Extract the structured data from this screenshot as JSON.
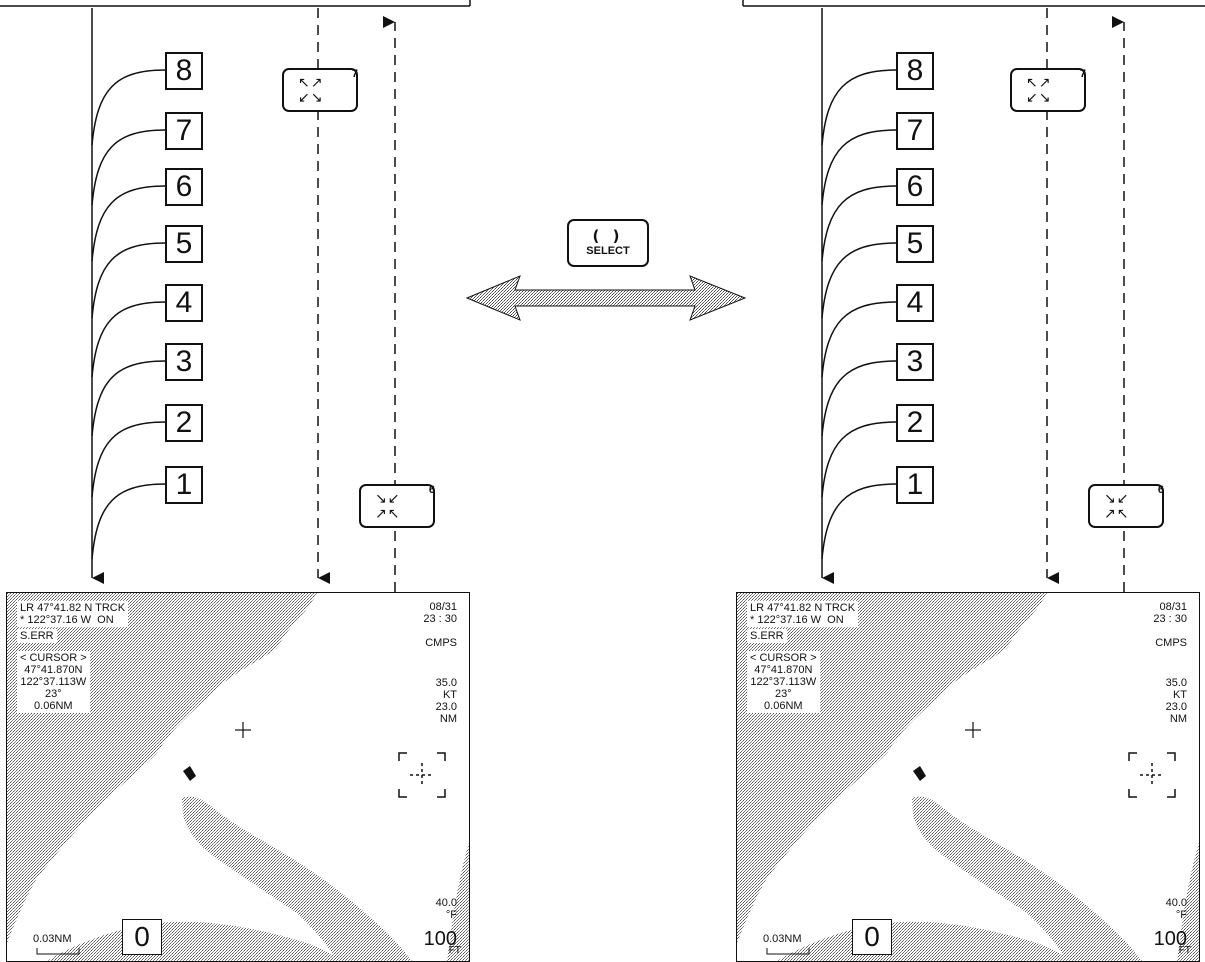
{
  "zoom_levels": [
    "8",
    "7",
    "6",
    "5",
    "4",
    "3",
    "2",
    "1"
  ],
  "keys": {
    "zoom_in_glyph": "↖↗\n↙↘",
    "zoom_in_number": "7",
    "zoom_out_glyph": "↘↙\n↗↖",
    "zoom_out_number": "6",
    "select_symbol": "( )",
    "select_label": "SELECT"
  },
  "screen": {
    "position_line1": "LR 47°41.82 N TRCK",
    "position_line2": "* 122°37.16 W  ON",
    "error_label": "S.ERR",
    "cursor_title": "< CURSOR >",
    "cursor_lat": "47°41.870N",
    "cursor_lon": "122°37.113W",
    "cursor_bearing": "23°",
    "cursor_distance": "0.06NM",
    "date": "08/31",
    "time": "23 : 30",
    "heading_mode": "CMPS",
    "speed_value": "35.0",
    "speed_unit": "KT",
    "trip_value": "23.0",
    "trip_unit": "NM",
    "temperature_value": "40.0",
    "temperature_unit": "°F",
    "depth_value": "100",
    "depth_unit": "FT",
    "scale_label": "0.03NM",
    "zoom_indicator": "0"
  },
  "colors": {
    "ink": "#111111",
    "land_shading": "#9a9a9a",
    "paper": "#ffffff"
  }
}
